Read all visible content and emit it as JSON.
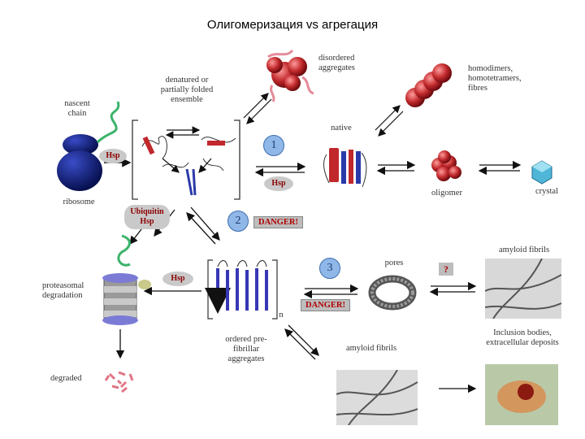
{
  "title": "Олигомеризация vs агрегация",
  "labels": {
    "nascent_chain": "nascent\nchain",
    "ribosome": "ribosome",
    "denatured": "denatured or\npartially folded\nensemble",
    "disordered": "disordered\naggregates",
    "homodimers": "homodimers,\nhomotetramers,\nfibres",
    "native": "native",
    "oligomer": "oligomer",
    "crystal": "crystal",
    "proteasomal": "proteasomal\ndegradation",
    "degraded": "degraded",
    "ordered": "ordered pre-\nfibrillar\naggregates",
    "pores": "pores",
    "amyloid_fibrils_top": "amyloid fibrils",
    "amyloid_fibrils_bottom": "amyloid fibrils",
    "inclusion": "Inclusion bodies,\nextracellular deposits",
    "n": "n"
  },
  "badges": {
    "hsp_ribosome": "Hsp",
    "hsp_native": "Hsp",
    "ubiquitin": "Ubiquitin\nHsp",
    "hsp_proteasome": "Hsp",
    "danger1": "DANGER!",
    "danger2": "DANGER!",
    "step1": "1",
    "step2": "2",
    "step3": "3",
    "question": "?"
  },
  "colors": {
    "ribosome": "#101a7a",
    "chain": "#3bb36b",
    "red_sphere": "#c0282b",
    "pink": "#e58a9a",
    "sheet_blue": "#5a5ad8",
    "circle": "#8fb7e8",
    "danger": "#b00000"
  },
  "icons": {
    "ribosome": "ribosome-icon",
    "proteasome": "proteasome-icon",
    "crystal": "crystal-icon",
    "pore": "pore-ring-icon"
  }
}
